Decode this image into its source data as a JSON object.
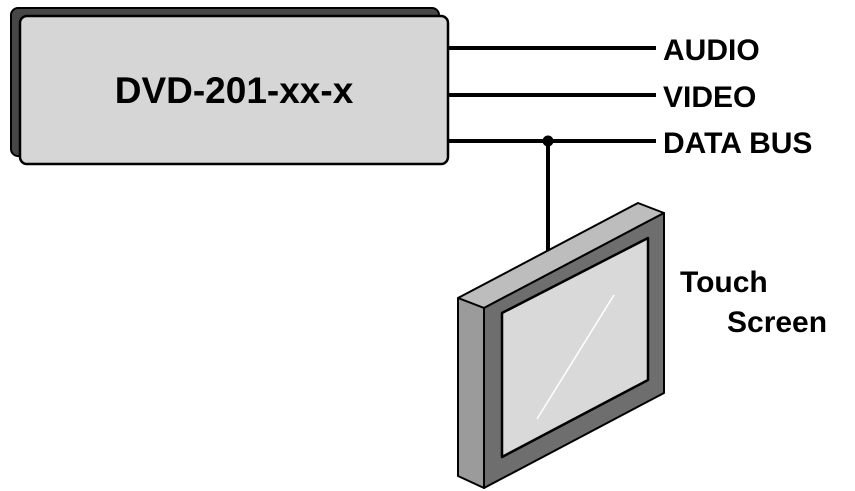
{
  "device": {
    "label": "DVD-201-xx-x"
  },
  "outputs": [
    {
      "label": "AUDIO"
    },
    {
      "label": "VIDEO"
    },
    {
      "label": "DATA BUS"
    }
  ],
  "touch_screen": {
    "line1": "Touch",
    "line2": "Screen"
  }
}
